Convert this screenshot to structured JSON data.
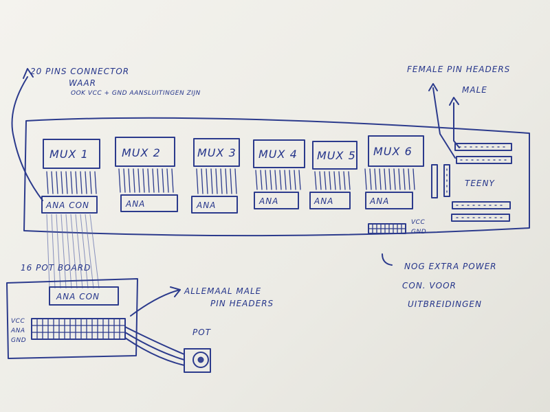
{
  "connector_note": {
    "line1": "20 PINS CONNECTOR",
    "line2": "WAAR",
    "line3": "OOK VCC + GND AANSLUITINGEN ZIJN"
  },
  "headers_note": {
    "female": "FEMALE PIN HEADERS",
    "male": "MALE"
  },
  "muxes": [
    {
      "label": "MUX 1",
      "ana_label": "ANA CON"
    },
    {
      "label": "MUX 2",
      "ana_label": "ANA"
    },
    {
      "label": "MUX 3",
      "ana_label": "ANA"
    },
    {
      "label": "MUX 4",
      "ana_label": "ANA"
    },
    {
      "label": "MUX 5",
      "ana_label": "ANA"
    },
    {
      "label": "MUX 6",
      "ana_label": "ANA"
    }
  ],
  "teensy_label": "TEENY",
  "power_pins": {
    "vcc": "VCC",
    "gnd": "GND"
  },
  "power_note": {
    "line1": "NOG EXTRA POWER",
    "line2": "CON. VOOR",
    "line3": "UITBREIDINGEN"
  },
  "pot_board": {
    "title": "16 POT BOARD",
    "ana_con": "ANA CON",
    "side_labels": [
      "VCC",
      "ANA",
      "GND"
    ]
  },
  "male_headers_note": {
    "line1": "ALLEMAAL MALE",
    "line2": "PIN HEADERS"
  },
  "pot_label": "POT"
}
